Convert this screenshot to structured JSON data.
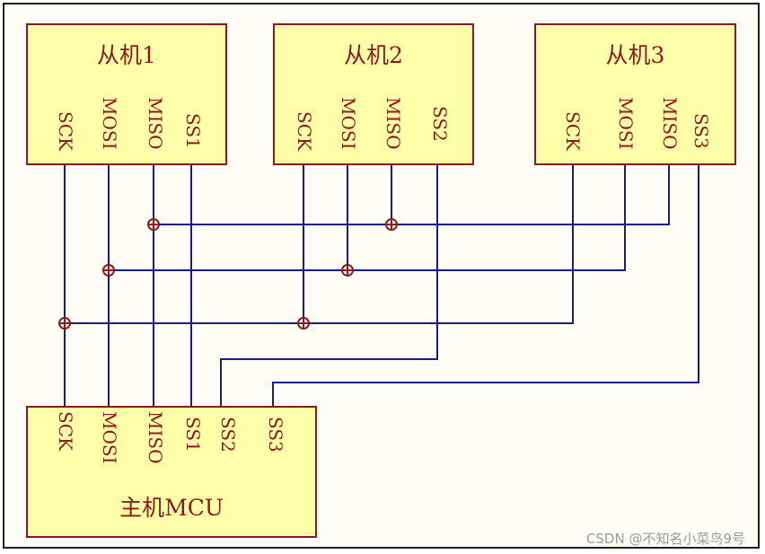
{
  "slaves": [
    {
      "title": "从机1",
      "pins": [
        "SCK",
        "MOSI",
        "MISO",
        "SS1"
      ]
    },
    {
      "title": "从机2",
      "pins": [
        "SCK",
        "MOSI",
        "MISO",
        "SS2"
      ]
    },
    {
      "title": "从机3",
      "pins": [
        "SCK",
        "MOSI",
        "MISO",
        "SS3"
      ]
    }
  ],
  "master": {
    "title": "主机MCU",
    "pins": [
      "SCK",
      "MOSI",
      "MISO",
      "SS1",
      "SS2",
      "SS3"
    ]
  },
  "colors": {
    "wire": "#1a1a8c",
    "border": "#8b1a1a",
    "box_fill": "#ffffaa",
    "junction": "#8b1a1a"
  },
  "watermark": "CSDN @不知名小菜鸟9号"
}
